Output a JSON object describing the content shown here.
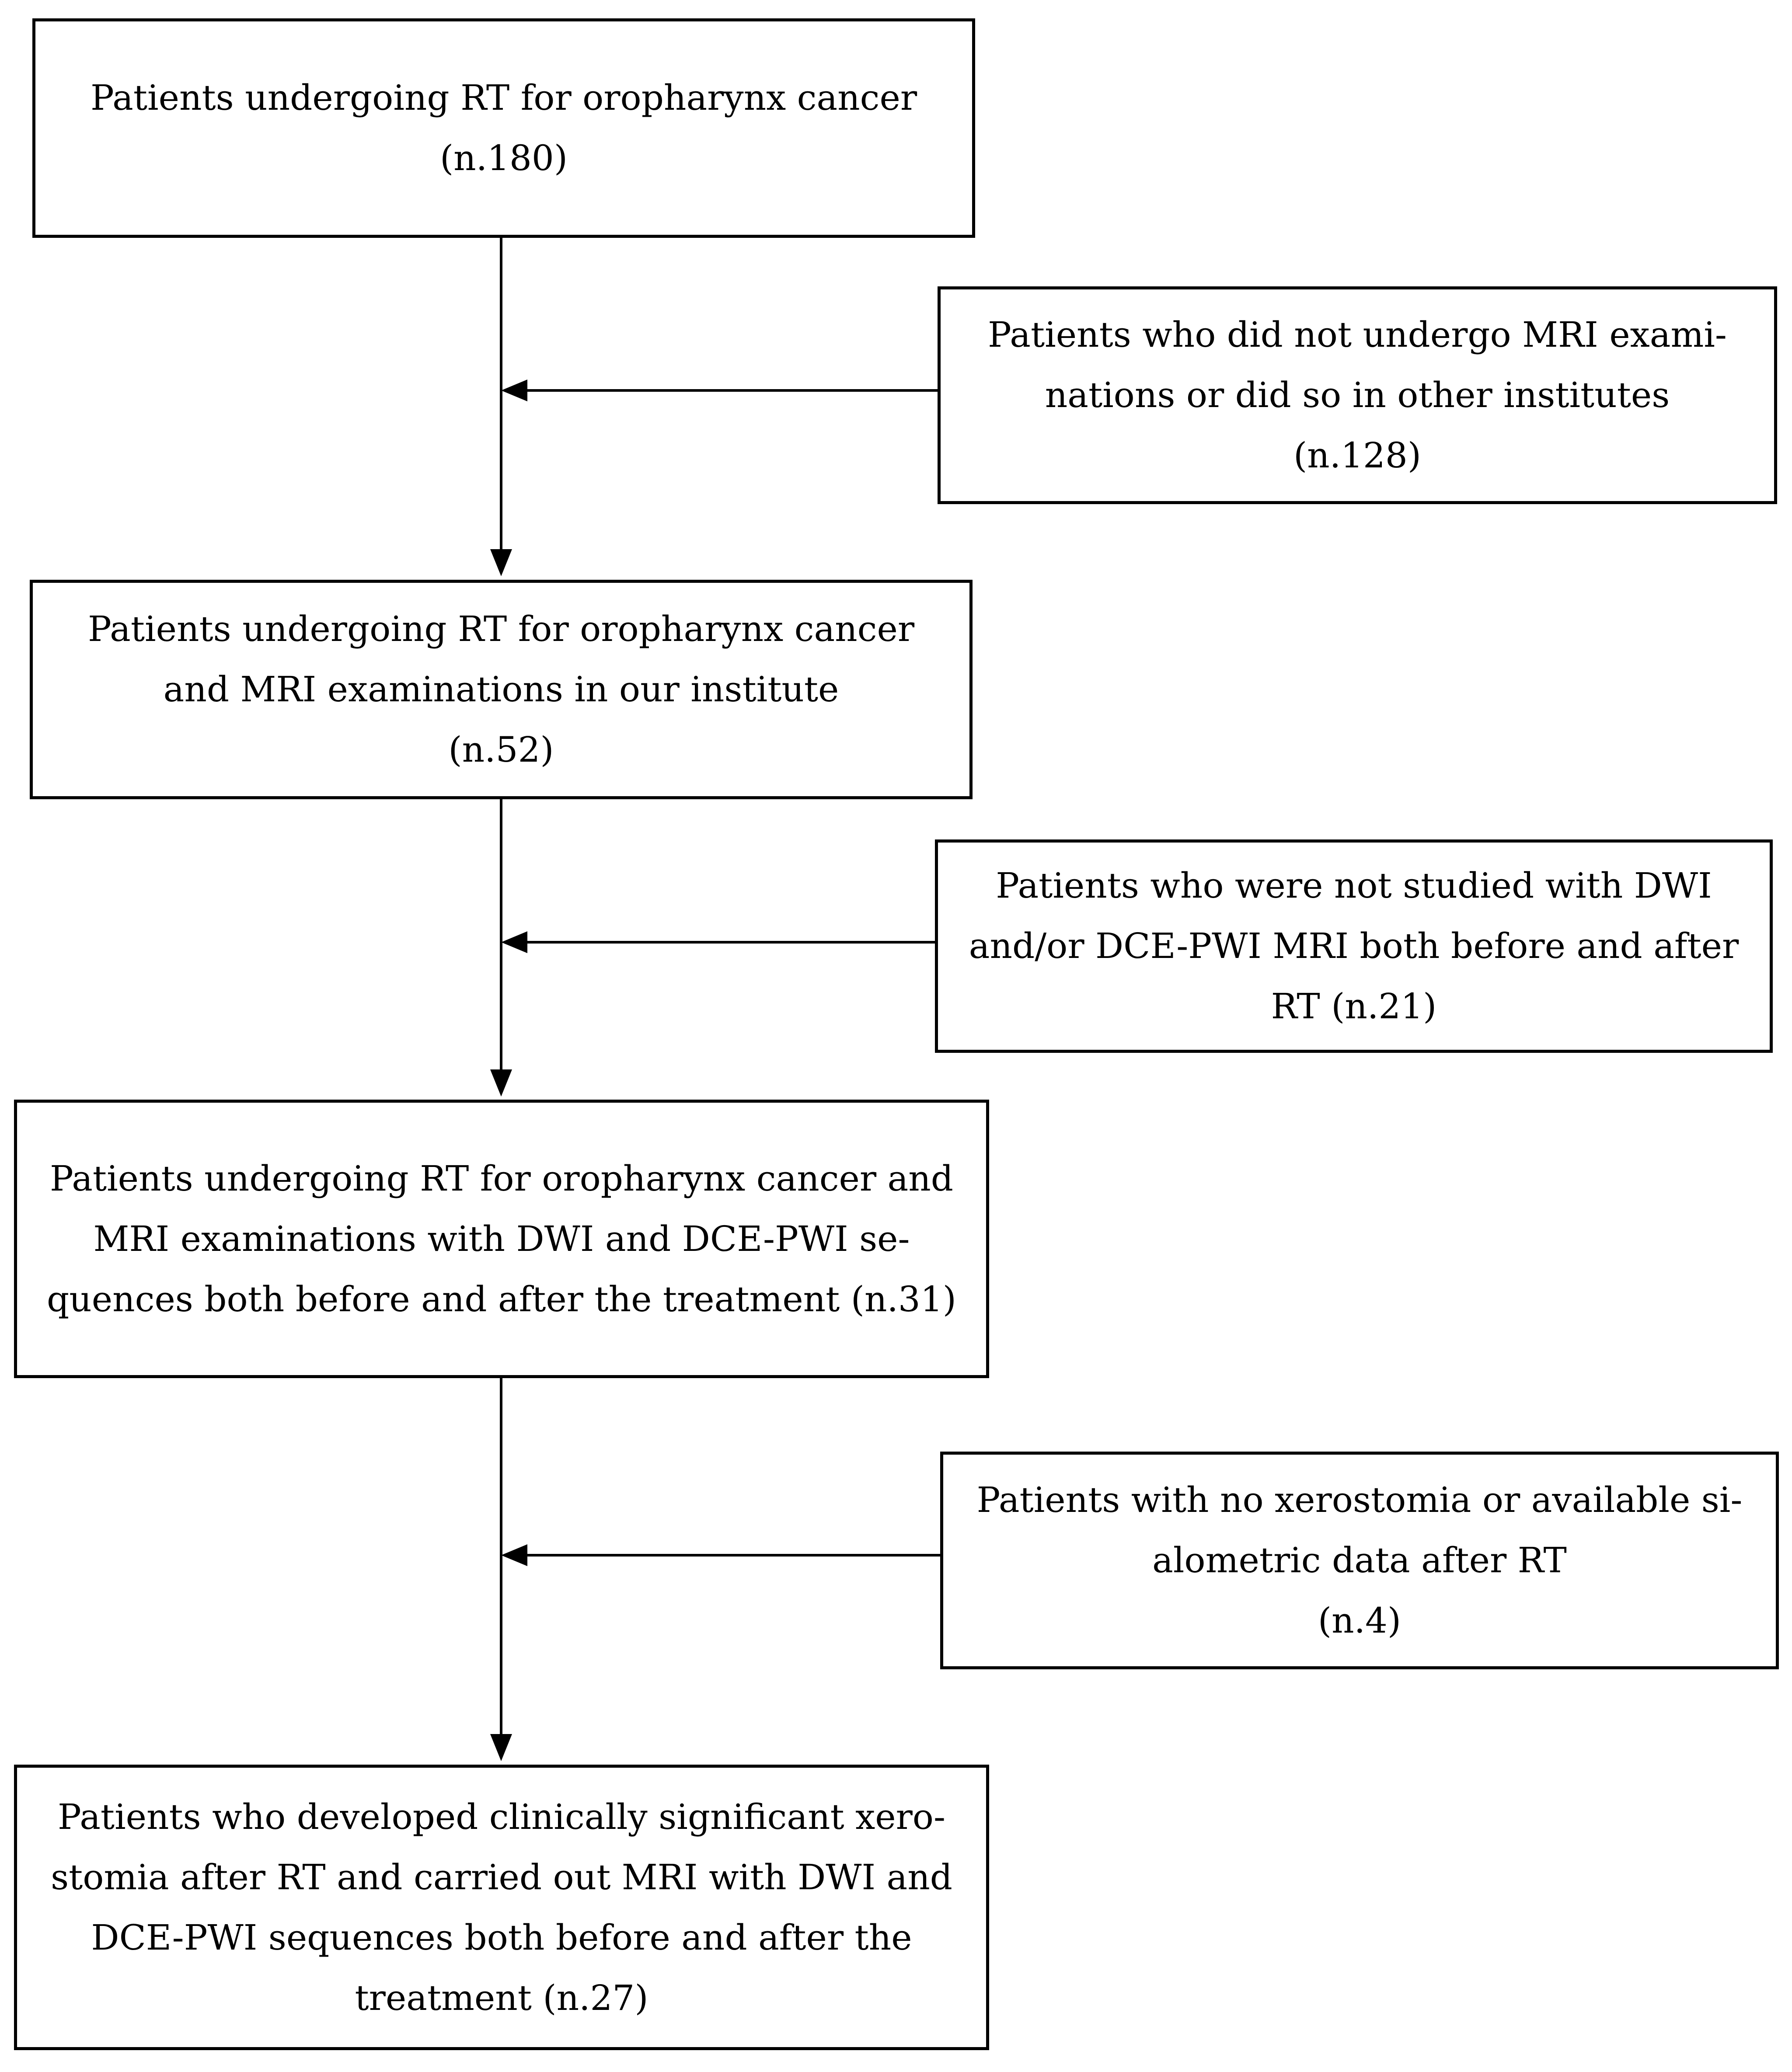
{
  "flowchart": {
    "main_boxes": [
      {
        "lines": [
          "Patients undergoing RT for oropharynx cancer",
          "(n.180)"
        ]
      },
      {
        "lines": [
          "Patients undergoing RT for oropharynx cancer",
          "and MRI examinations in our institute",
          "(n.52)"
        ]
      },
      {
        "lines": [
          "Patients undergoing RT for oropharynx cancer and",
          "MRI examinations with DWI and DCE-PWI se-",
          "quences both before and after the treatment (n.31)"
        ]
      },
      {
        "lines": [
          "Patients who developed clinically significant xero-",
          "stomia after RT and carried out MRI with DWI and",
          "DCE-PWI sequences both before and after the",
          "treatment (n.27)"
        ]
      }
    ],
    "exclusion_boxes": [
      {
        "lines": [
          "Patients who did not undergo MRI exami-",
          "nations or did so in other institutes",
          "(n.128)"
        ]
      },
      {
        "lines": [
          "Patients who were not studied with DWI",
          "and/or DCE-PWI MRI both before and after",
          "RT (n.21)"
        ]
      },
      {
        "lines": [
          "Patients with no xerostomia or available si-",
          "alometric data after RT",
          "(n.4)"
        ]
      }
    ]
  }
}
